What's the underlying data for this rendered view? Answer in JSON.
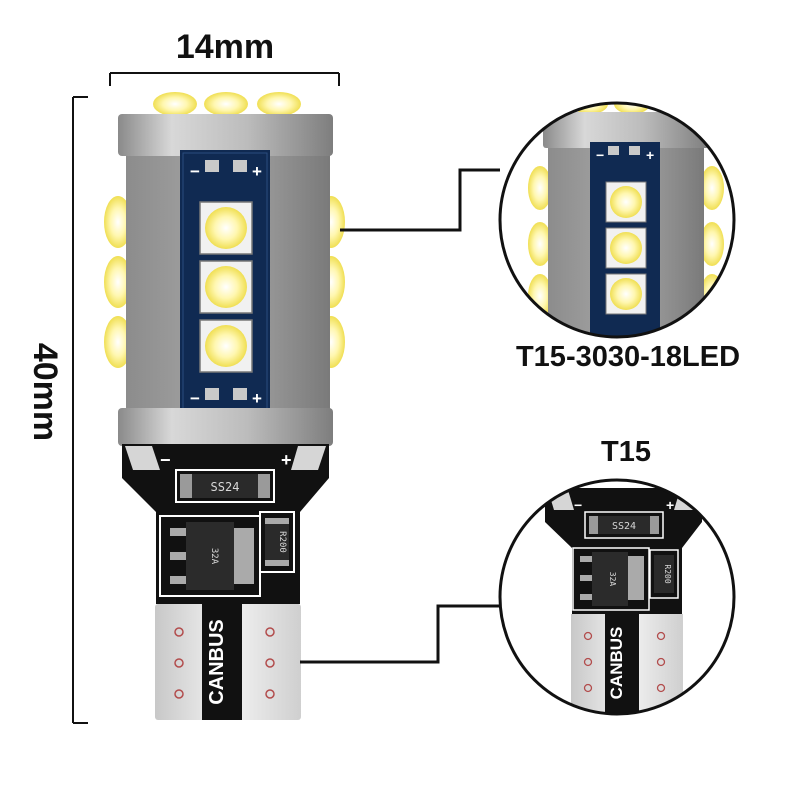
{
  "dimensions": {
    "width_label": "14mm",
    "height_label": "40mm"
  },
  "callouts": {
    "top_label": "T15-3030-18LED",
    "bottom_label": "T15"
  },
  "pcb": {
    "minus_sign": "−",
    "plus_sign": "+",
    "diode_marking": "SS24",
    "resistor_marking": "R200",
    "chip_marking": "32A",
    "base_text": "CANBUS"
  },
  "colors": {
    "pcb_blue": "#102a52",
    "pcb_black": "#111111",
    "aluminum": "#b8b8b8",
    "led_yellow": "#f6e64a",
    "contact_silver": "#dcdcdc"
  }
}
